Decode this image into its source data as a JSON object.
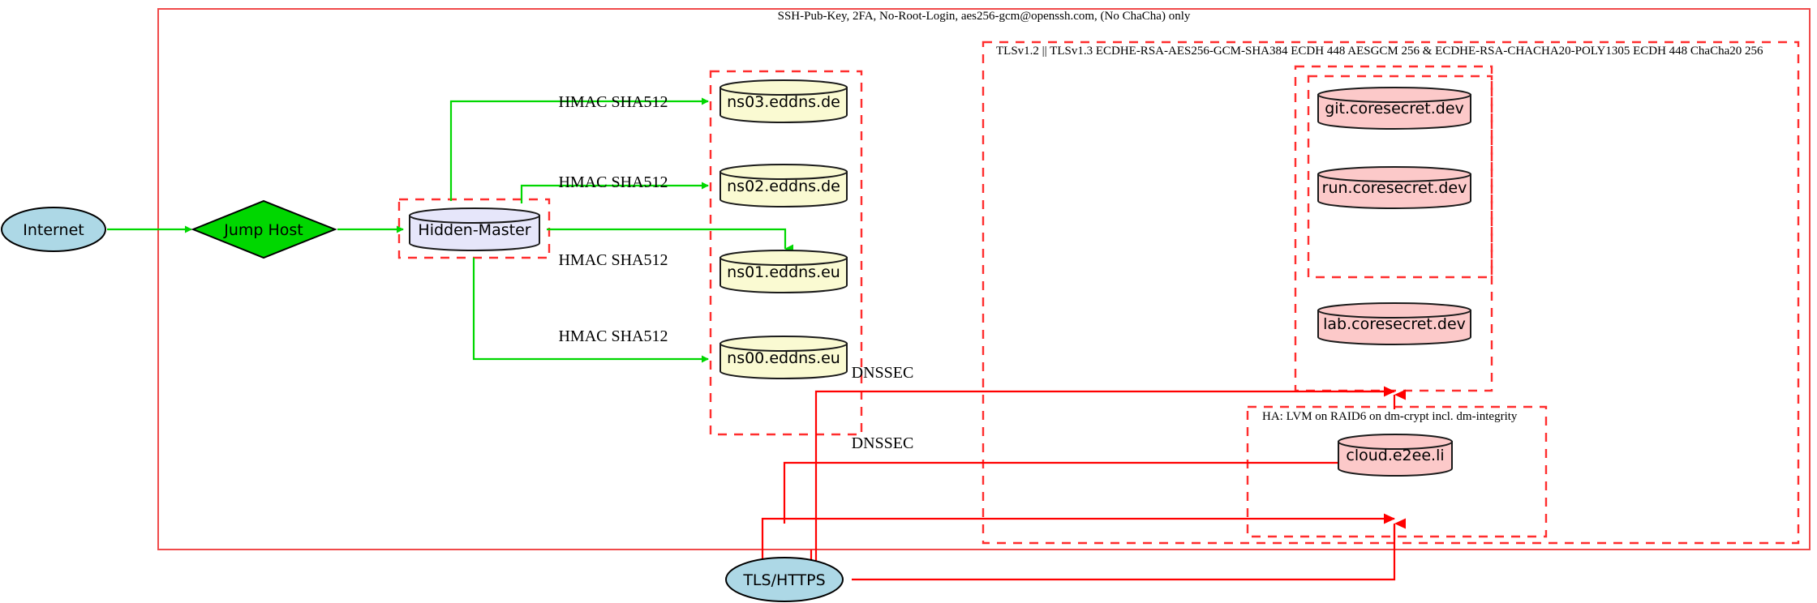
{
  "diagram": {
    "title_label": "SSH-Pub-Key, 2FA, No-Root-Login, aes256-gcm@openssh.com, (No ChaCha) only",
    "clusters": [
      {
        "id": "tls_cluster",
        "label": "TLSv1.2 || TLSv1.3 ECDHE-RSA-AES256-GCM-SHA384 ECDH 448 AESGCM 256 & ECDHE-RSA-CHACHA20-POLY1305 ECDH 448 ChaCha20 256"
      },
      {
        "id": "ha_cluster",
        "label": "HA: LVM on RAID6 on dm-crypt incl. dm-integrity"
      },
      {
        "id": "dns_cluster",
        "label": ""
      },
      {
        "id": "hidden_master_cluster",
        "label": ""
      },
      {
        "id": "coresecret_cluster",
        "label": ""
      },
      {
        "id": "coresecret_inner_cluster",
        "label": ""
      }
    ],
    "nodes": [
      {
        "id": "internet",
        "label": "Internet",
        "shape": "ellipse",
        "fill": "#add8e6"
      },
      {
        "id": "jump_host",
        "label": "Jump Host",
        "shape": "diamond",
        "fill": "#00d700"
      },
      {
        "id": "hidden_master",
        "label": "Hidden-Master",
        "shape": "cylinder",
        "fill": "#e6e6fa"
      },
      {
        "id": "ns03",
        "label": "ns03.eddns.de",
        "shape": "cylinder",
        "fill": "#fafad2"
      },
      {
        "id": "ns02",
        "label": "ns02.eddns.de",
        "shape": "cylinder",
        "fill": "#fafad2"
      },
      {
        "id": "ns01",
        "label": "ns01.eddns.eu",
        "shape": "cylinder",
        "fill": "#fafad2"
      },
      {
        "id": "ns00",
        "label": "ns00.eddns.eu",
        "shape": "cylinder",
        "fill": "#fafad2"
      },
      {
        "id": "git",
        "label": "git.coresecret.dev",
        "shape": "cylinder",
        "fill": "#fcc9c9"
      },
      {
        "id": "run",
        "label": "run.coresecret.dev",
        "shape": "cylinder",
        "fill": "#fcc9c9"
      },
      {
        "id": "lab",
        "label": "lab.coresecret.dev",
        "shape": "cylinder",
        "fill": "#fcc9c9"
      },
      {
        "id": "cloud",
        "label": "cloud.e2ee.li",
        "shape": "cylinder",
        "fill": "#fcc9c9"
      },
      {
        "id": "tls_https",
        "label": "TLS/HTTPS",
        "shape": "ellipse",
        "fill": "#add8e6"
      }
    ],
    "edges": [
      {
        "id": "e_internet_jump",
        "from": "internet",
        "to": "jump_host",
        "label": "",
        "color": "#00d700"
      },
      {
        "id": "e_jump_hidden",
        "from": "jump_host",
        "to": "hidden_master",
        "label": "",
        "color": "#00d700"
      },
      {
        "id": "e_hidden_ns03",
        "from": "hidden_master",
        "to": "ns03",
        "label": "HMAC SHA512",
        "color": "#00d700"
      },
      {
        "id": "e_hidden_ns02",
        "from": "hidden_master",
        "to": "ns02",
        "label": "HMAC SHA512",
        "color": "#00d700"
      },
      {
        "id": "e_hidden_ns01",
        "from": "hidden_master",
        "to": "ns01",
        "label": "HMAC SHA512",
        "color": "#00d700"
      },
      {
        "id": "e_hidden_ns00",
        "from": "hidden_master",
        "to": "ns00",
        "label": "HMAC SHA512",
        "color": "#00d700"
      },
      {
        "id": "e_dnssec_top",
        "from": "tls_https",
        "to": "coresecret_cluster",
        "label": "DNSSEC",
        "color": "#ff0000"
      },
      {
        "id": "e_dnssec_bottom",
        "from": "tls_https",
        "to": "ha_cluster",
        "label": "DNSSEC",
        "color": "#ff0000"
      }
    ],
    "colors": {
      "green_edge": "#00d700",
      "red_edge": "#ff0000",
      "solid_border": "#f04a4a",
      "dashed_border": "#ff2d2d",
      "ellipse_fill": "#add8e6",
      "diamond_fill": "#00d700",
      "hidden_master_fill": "#e6e6fa",
      "dns_fill": "#fafad2",
      "service_fill": "#fcc9c9"
    }
  }
}
